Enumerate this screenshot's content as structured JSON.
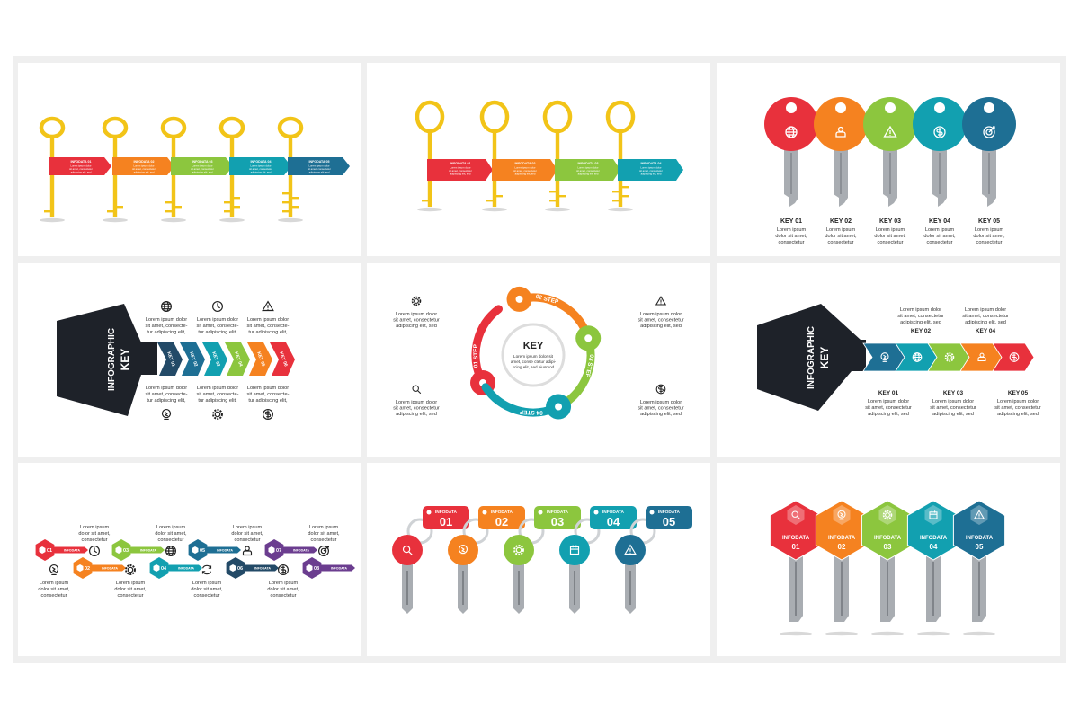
{
  "colors": {
    "red": "#e8313c",
    "orange": "#f58220",
    "green": "#8cc63e",
    "teal": "#12a0b0",
    "blue": "#1e6f94",
    "navy": "#234a67",
    "purple": "#6b3d8f",
    "dark": "#1e2229",
    "yellow": "#f2c418",
    "steel": "#a9adb2"
  },
  "lorem": [
    "Lorem ipsum dolor",
    "sit amet, consectetur",
    "adipiscing elit, sed"
  ],
  "lorem_short": [
    "Lorem ipsum",
    "dolor sit amet,",
    "consectetur"
  ],
  "lorem_key": [
    "Lorem ipsum dolor",
    "sit amet, consecte-",
    "tur adipiscing elit,"
  ],
  "slide1": {
    "items": [
      "INFODATA 01",
      "INFODATA 02",
      "INFODATA 03",
      "INFODATA 04",
      "INFODATA 05"
    ]
  },
  "slide2": {
    "items": [
      "INFODATA 01",
      "INFODATA 02",
      "INFODATA 03",
      "INFODATA 04"
    ]
  },
  "slide3": {
    "items": [
      {
        "label": "KEY 01",
        "icon": "globe"
      },
      {
        "label": "KEY 02",
        "icon": "user"
      },
      {
        "label": "KEY 03",
        "icon": "warning"
      },
      {
        "label": "KEY 04",
        "icon": "dollar"
      },
      {
        "label": "KEY 05",
        "icon": "target"
      }
    ]
  },
  "slide4": {
    "title": "INFOGRAPHIC",
    "subtitle": "KEY",
    "keys": [
      "KEY 01",
      "KEY 02",
      "KEY 03",
      "KEY 04",
      "KEY 05",
      "KEY 06"
    ],
    "top_icons": [
      "globe",
      "clock",
      "warning"
    ],
    "bottom_icons": [
      "bulb",
      "gear",
      "dollar"
    ]
  },
  "slide5": {
    "center_title": "KEY",
    "center_text": [
      "Lorem ipsum dolor sit",
      "amet, conse  ctetur adipi-",
      "scing elit, sed eiusmod"
    ],
    "steps": [
      "01 STEP",
      "02 STEP",
      "03 STEP",
      "04 STEP"
    ],
    "side_icons": [
      "gear",
      "warning",
      "search",
      "dollar"
    ]
  },
  "slide6": {
    "title": "INFOGRAPHIC",
    "subtitle": "KEY",
    "keys": [
      {
        "label": "KEY 01",
        "icon": "bulb"
      },
      {
        "label": "KEY 02",
        "icon": "globe"
      },
      {
        "label": "KEY 03",
        "icon": "gear"
      },
      {
        "label": "KEY 04",
        "icon": "user"
      },
      {
        "label": "KEY 05",
        "icon": "dollar"
      }
    ]
  },
  "slide7": {
    "tag": "INFODATA",
    "items": [
      "01",
      "02",
      "03",
      "04",
      "05",
      "06",
      "07",
      "08"
    ],
    "top_icons": [
      "clock",
      "globe",
      "user",
      "target"
    ],
    "bottom_icons": [
      "bulb",
      "gear",
      "refresh",
      "dollar"
    ]
  },
  "slide8": {
    "items": [
      {
        "tag": "INFODATA",
        "num": "01",
        "icon": "search"
      },
      {
        "tag": "INFODATA",
        "num": "02",
        "icon": "bulb"
      },
      {
        "tag": "INFODATA",
        "num": "03",
        "icon": "gear"
      },
      {
        "tag": "INFODATA",
        "num": "04",
        "icon": "calendar"
      },
      {
        "tag": "INFODATA",
        "num": "05",
        "icon": "warning"
      }
    ]
  },
  "slide9": {
    "items": [
      {
        "tag": "INFODATA",
        "num": "01",
        "icon": "search"
      },
      {
        "tag": "INFODATA",
        "num": "02",
        "icon": "bulb"
      },
      {
        "tag": "INFODATA",
        "num": "03",
        "icon": "gear"
      },
      {
        "tag": "INFODATA",
        "num": "04",
        "icon": "calendar"
      },
      {
        "tag": "INFODATA",
        "num": "05",
        "icon": "warning"
      }
    ]
  }
}
